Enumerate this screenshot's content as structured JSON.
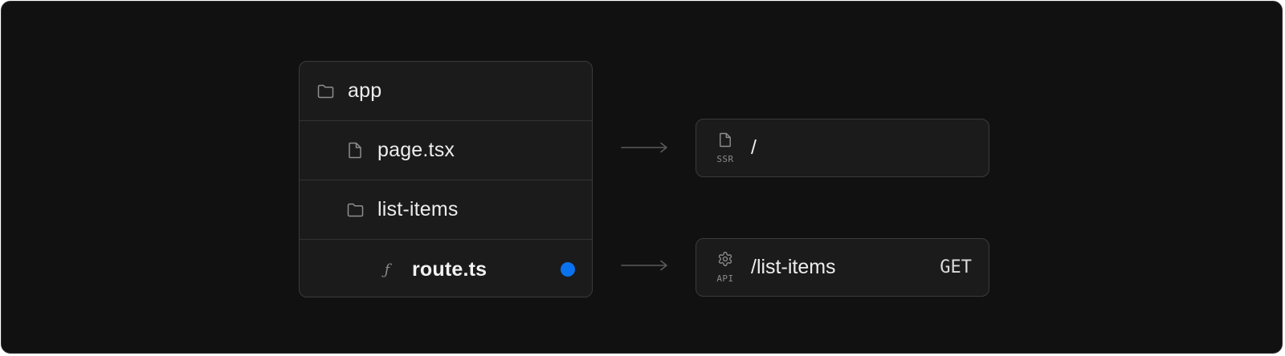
{
  "file_tree": {
    "items": [
      {
        "label": "app",
        "icon": "folder-icon",
        "level": 0
      },
      {
        "label": "page.tsx",
        "icon": "file-icon",
        "level": 1
      },
      {
        "label": "list-items",
        "icon": "folder-icon",
        "level": 1
      },
      {
        "label": "route.ts",
        "icon": "function-icon",
        "icon_glyph": "ƒ",
        "level": 2,
        "active": true
      }
    ]
  },
  "routes": [
    {
      "tag": "SSR",
      "icon": "file-icon",
      "path": "/",
      "method": ""
    },
    {
      "tag": "API",
      "icon": "gear-icon",
      "path": "/list-items",
      "method": "GET"
    }
  ],
  "colors": {
    "background": "#111111",
    "panel": "#1b1b1b",
    "border": "#3b3b3b",
    "active_dot": "#0a72ef",
    "arrow": "#5a5a5a"
  }
}
